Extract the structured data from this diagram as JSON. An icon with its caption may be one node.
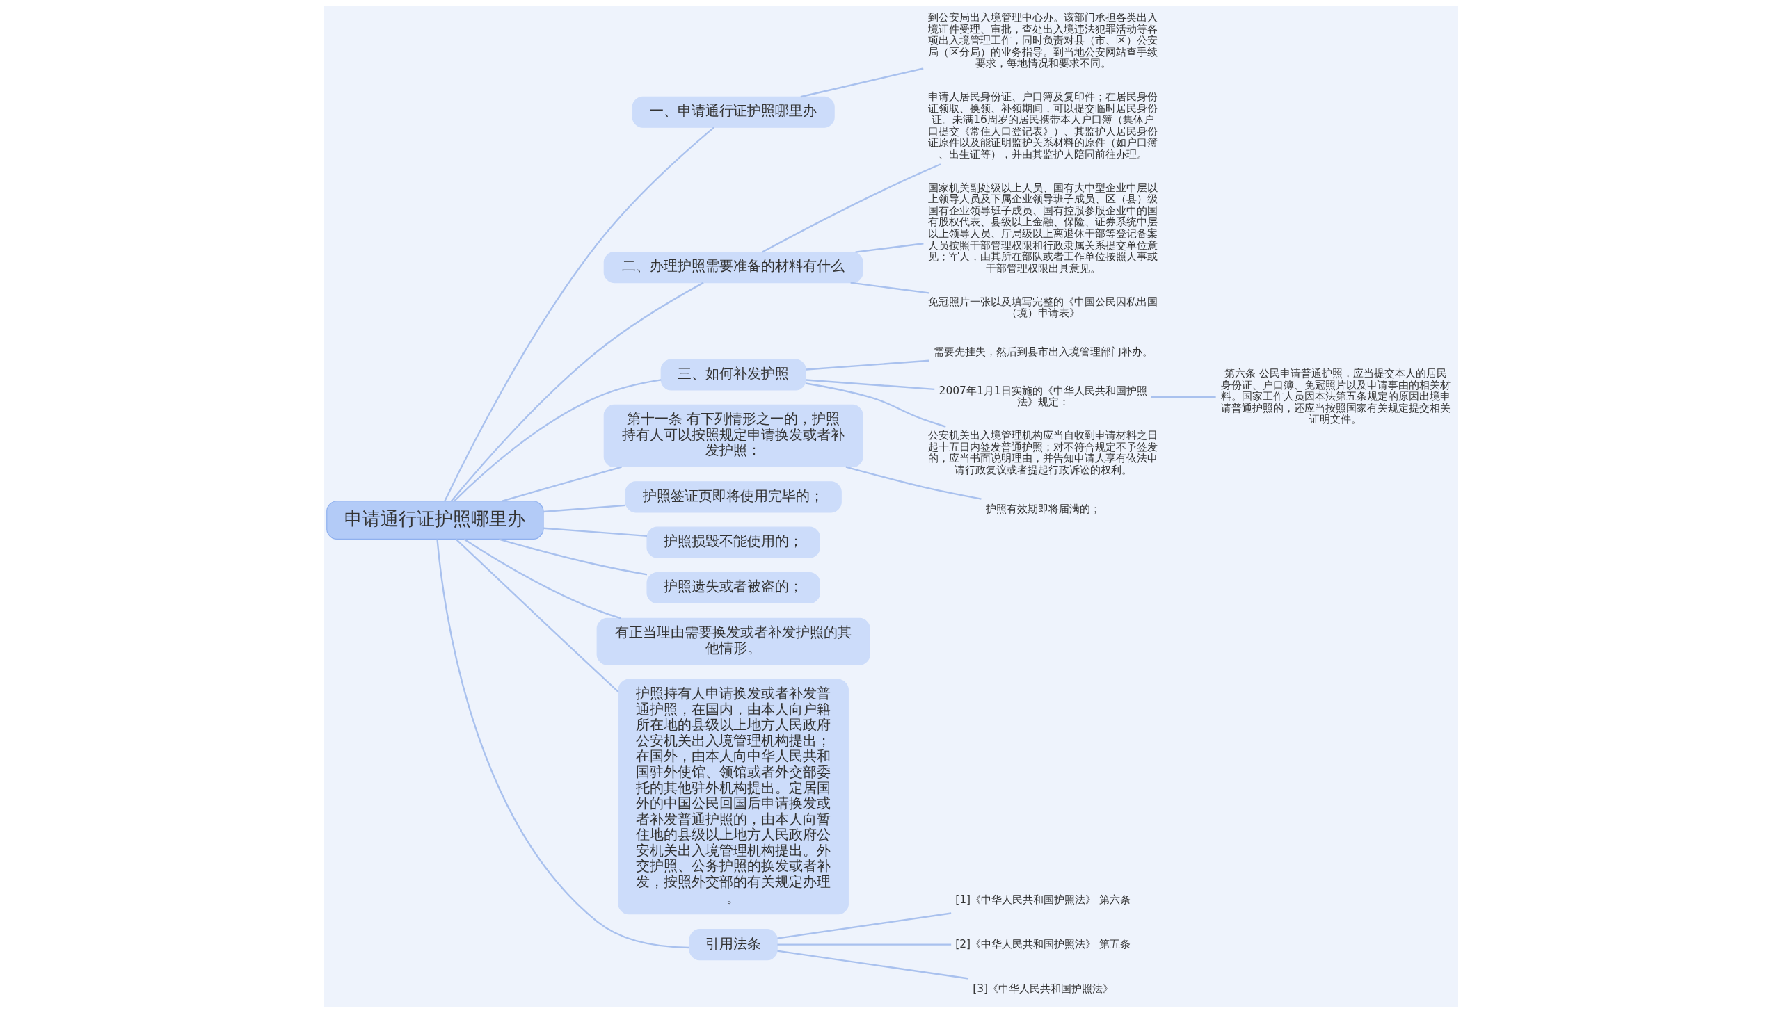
{
  "diagram": {
    "nodes": [
      {
        "text": [
          "申请通行证护照哪里办"
        ]
      },
      {
        "text": [
          "一、申请通行证护照哪里办"
        ]
      },
      {
        "text": [
          "到公安局出入境管理中心办。该部门承担各类出入境证件受理、审批，查处出入境违法犯罪活动等各项出入境管理工作，同时负责对县（市、区）公安局（区分局）的业务指导。到当地公安网站查手续要求，每地情况和要求不同。"
        ]
      },
      {
        "text": [
          "二、办理护照需要准备的材料有什么"
        ]
      },
      {
        "text": [
          "申请人居民身份证、户口簿及复印件；在居民身份证领取、换领、补领期间，可以提交临时居民身份证。未满16周岁的居民携带本人户口簿（集体户口提交《常住人口登记表》）、其监护人居民身份证原件以及能证明监护关系材料的原件（如户口簿、出生证等），并由其监护人陪同前往办理。"
        ]
      },
      {
        "text": [
          "国家机关副处级以上人员、国有大中型企业中层以上领导人员及下属企业领导班子成员、区（县）级国有企业领导班子成员、国有控股参股企业中的国有股权代表、县级以上金融、保险、证券系统中层以上领导人员、厅局级以上离退休干部等登记备案人员按照干部管理权限和行政隶属关系提交单位意见；军人，由其所在部队或者工作单位按照人事或干部管理权限出具意见。"
        ]
      },
      {
        "text": [
          "免冠照片一张以及填写完整的《中国公民因私出国（境）申请表》"
        ]
      },
      {
        "text": [
          "三、如何补发护照"
        ]
      },
      {
        "text": [
          "需要先挂失，然后到县市出入境管理部门补办。"
        ]
      },
      {
        "text": [
          "2007年1月1日实施的《中华人民共和国护照法》规定："
        ]
      },
      {
        "text": [
          "第六条 公民申请普通护照，应当提交本人的居民身份证、户口簿、免冠照片以及申请事由的相关材料。国家工作人员因本法第五条规定的原因出境申请普通护照的，还应当按照国家有关规定提交相关证明文件。"
        ]
      },
      {
        "text": [
          "公安机关出入境管理机构应当自收到申请材料之日起十五日内签发普通护照；对不符合规定不予签发的，应当书面说明理由，并告知申请人享有依法申请行政复议或者提起行政诉讼的权利。"
        ]
      },
      {
        "text": [
          "第十一条 有下列情形之一的，护照持有人可以按照规定申请换发或者补发护照："
        ]
      },
      {
        "text": [
          "护照有效期即将届满的；"
        ]
      },
      {
        "text": [
          "护照签证页即将使用完毕的；"
        ]
      },
      {
        "text": [
          "护照损毁不能使用的；"
        ]
      },
      {
        "text": [
          "护照遗失或者被盗的；"
        ]
      },
      {
        "text": [
          "有正当理由需要换发或者补发护照的其他情形。"
        ]
      },
      {
        "text": [
          "护照持有人申请换发或者补发普通护照，在国内，由本人向户籍所在地的县级以上地方人民政府公安机关出入境管理机构提出；在国外，由本人向中华人民共和国驻外使馆、领馆或者外交部委托的其他驻外机构提出。定居国外的中国公民回国后申请换发或者补发普通护照的，由本人向暂住地的县级以上地方人民政府公安机关出入境管理机构提出。外交护照、公务护照的换发或者补发，按照外交部的有关规定办理。"
        ]
      },
      {
        "text": [
          "引用法条"
        ]
      },
      {
        "text": [
          "[1]《中华人民共和国护照法》 第六条"
        ]
      },
      {
        "text": [
          "[2]《中华人民共和国护照法》 第五条"
        ]
      },
      {
        "text": [
          "[3]《中华人民共和国护照法》"
        ]
      }
    ],
    "edges": [
      {
        "from": 0,
        "to": 1,
        "arrow": "none"
      },
      {
        "from": 1,
        "to": 2,
        "arrow": "none"
      },
      {
        "from": 0,
        "to": 3,
        "arrow": "none"
      },
      {
        "from": 3,
        "to": 4,
        "arrow": "none"
      },
      {
        "from": 3,
        "to": 5,
        "arrow": "none"
      },
      {
        "from": 3,
        "to": 6,
        "arrow": "none"
      },
      {
        "from": 0,
        "to": 7,
        "arrow": "none"
      },
      {
        "from": 7,
        "to": 8,
        "arrow": "none"
      },
      {
        "from": 7,
        "to": 9,
        "arrow": "none"
      },
      {
        "from": 9,
        "to": 10,
        "arrow": "none"
      },
      {
        "from": 7,
        "to": 11,
        "arrow": "none"
      },
      {
        "from": 0,
        "to": 12,
        "arrow": "none"
      },
      {
        "from": 12,
        "to": 13,
        "arrow": "none"
      },
      {
        "from": 0,
        "to": 14,
        "arrow": "none"
      },
      {
        "from": 0,
        "to": 15,
        "arrow": "none"
      },
      {
        "from": 0,
        "to": 16,
        "arrow": "none"
      },
      {
        "from": 0,
        "to": 17,
        "arrow": "none"
      },
      {
        "from": 0,
        "to": 18,
        "arrow": "none"
      },
      {
        "from": 0,
        "to": 19,
        "arrow": "none"
      },
      {
        "from": 19,
        "to": 20,
        "arrow": "none"
      },
      {
        "from": 19,
        "to": 21,
        "arrow": "none"
      },
      {
        "from": 19,
        "to": 22,
        "arrow": "none"
      }
    ]
  }
}
